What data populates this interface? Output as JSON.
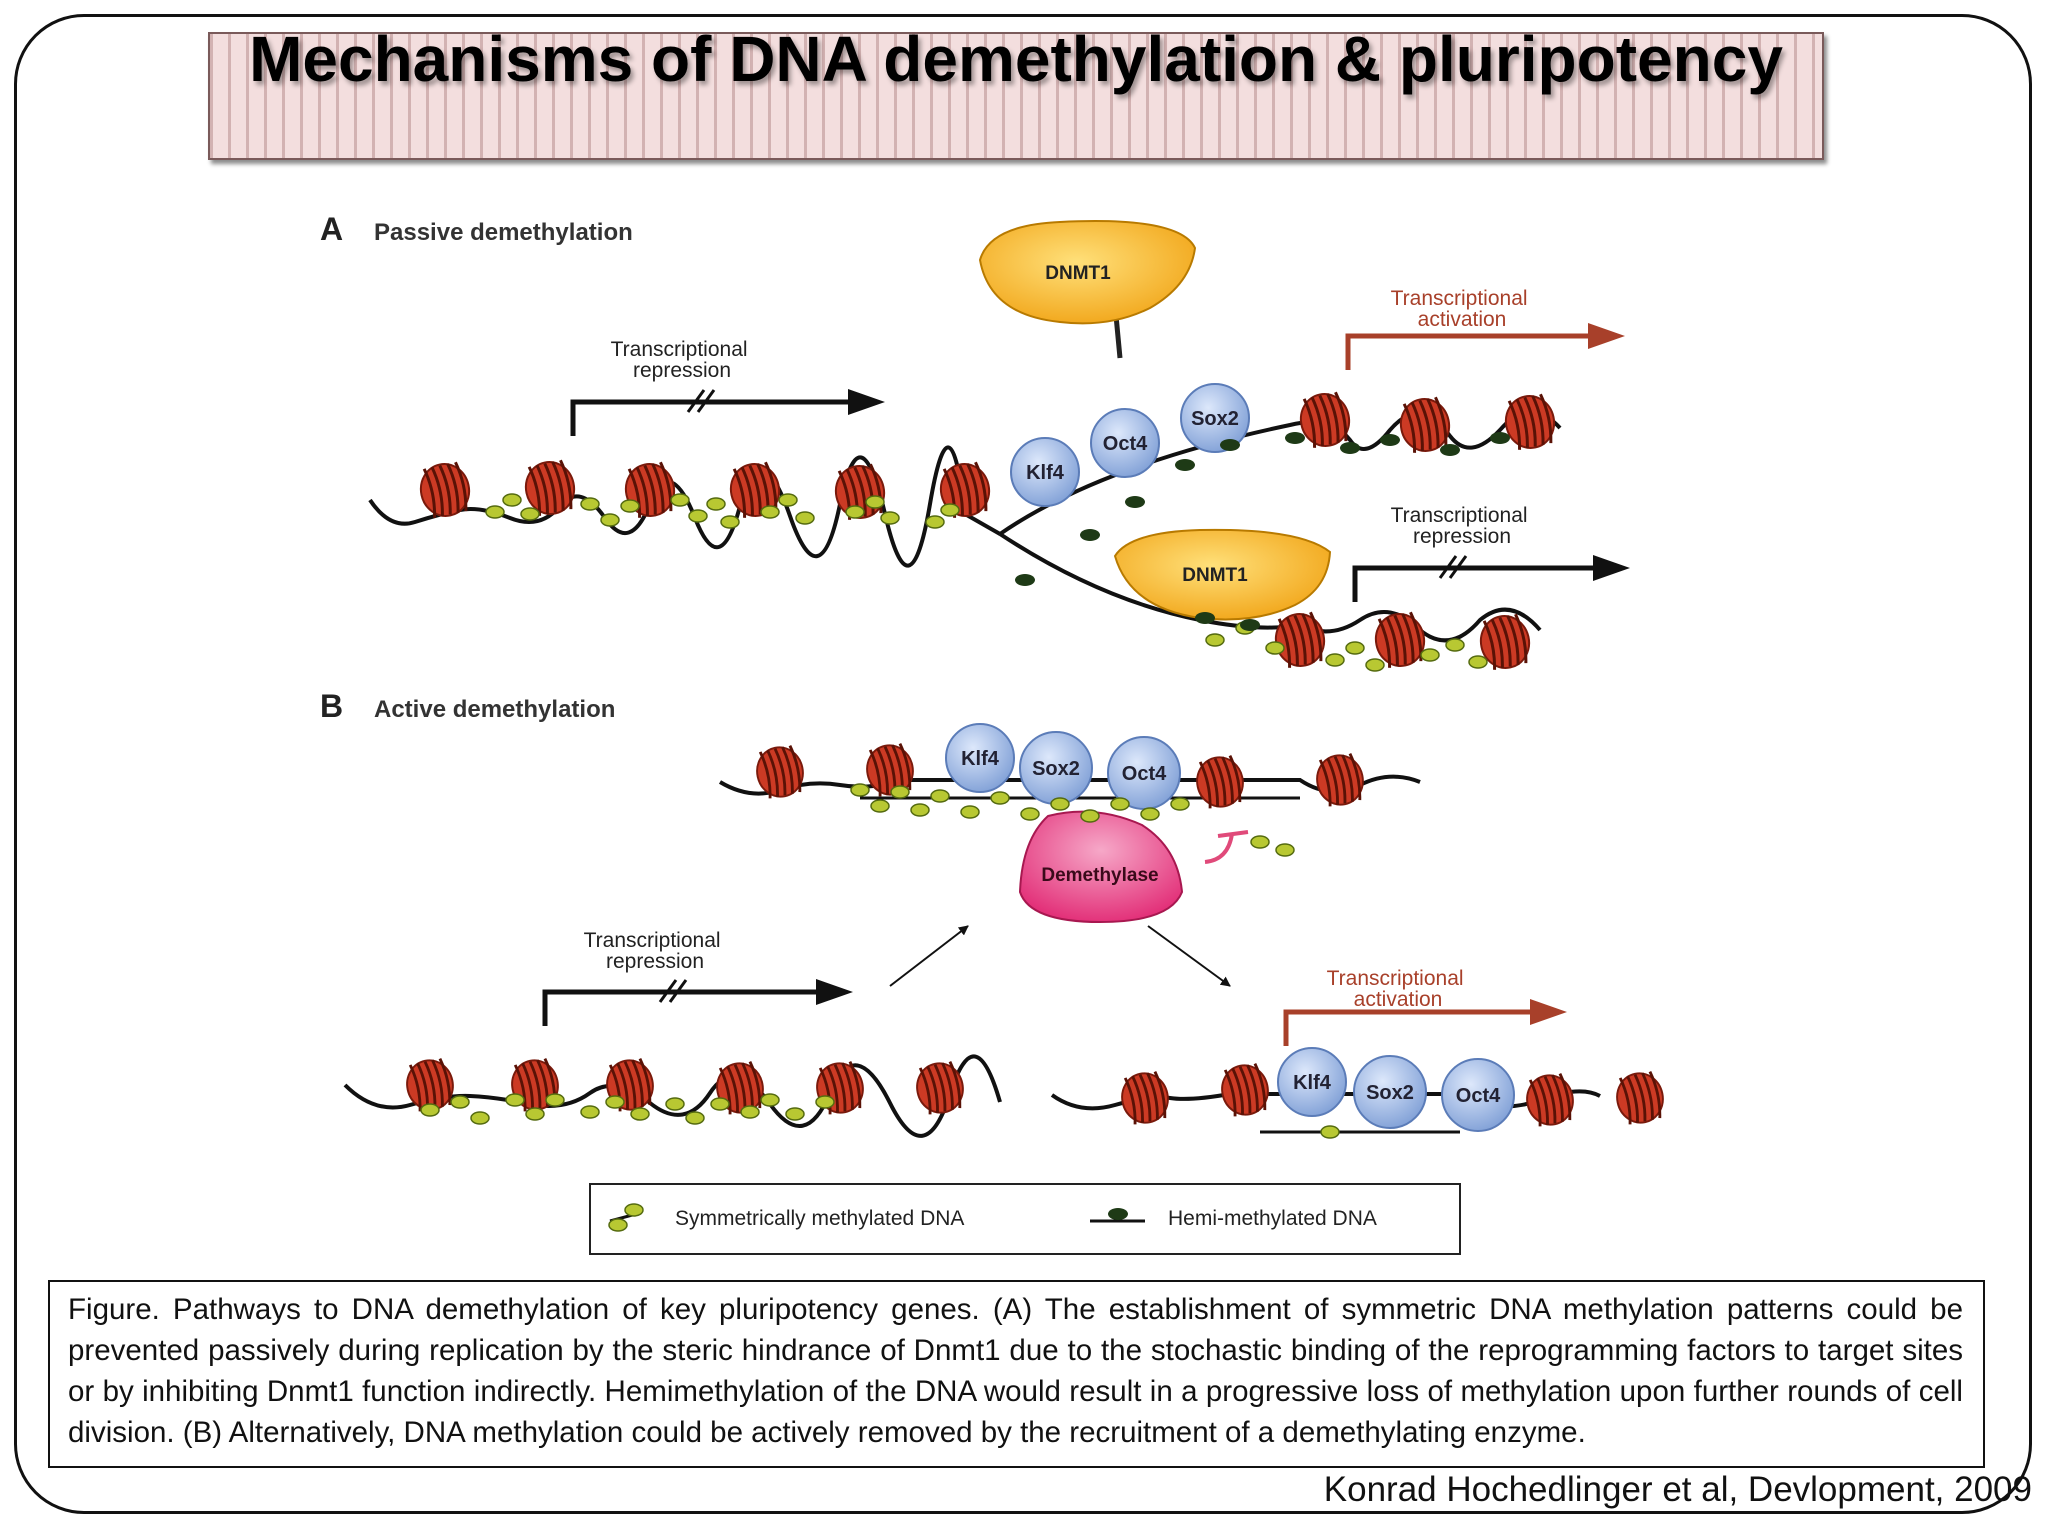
{
  "slide": {
    "title": "Mechanisms of DNA demethylation & pluripotency",
    "caption": "Figure. Pathways to DNA demethylation of key pluripotency genes. (A) The establishment of symmetric DNA methylation patterns could be prevented passively during replication by the steric hindrance of Dnmt1 due to the stochastic binding of the reprogramming factors to target sites or by inhibiting Dnmt1 function indirectly. Hemimethylation of the DNA would result in a progressive loss of methylation upon further rounds of cell division. (B) Alternatively, DNA methylation could be actively removed by the recruitment of a demethylating enzyme.",
    "credit": "Konrad Hochedlinger et al, Devlopment, 2009"
  },
  "panel_a": {
    "letter": "A",
    "title": "Passive demethylation",
    "repression_label": [
      "Transcriptional",
      "repression"
    ],
    "activation_label": [
      "Transcriptional",
      "activation"
    ],
    "lower_repression_label": [
      "Transcriptional",
      "repression"
    ],
    "enzyme": "DNMT1",
    "factors": [
      "Klf4",
      "Oct4",
      "Sox2"
    ]
  },
  "panel_b": {
    "letter": "B",
    "title": "Active demethylation",
    "factors": [
      "Klf4",
      "Sox2",
      "Oct4"
    ],
    "enzyme": "Demethylase",
    "repression_label": [
      "Transcriptional",
      "repression"
    ],
    "activation_label": [
      "Transcriptional",
      "activation"
    ]
  },
  "legend": {
    "symmetric": "Symmetrically methylated DNA",
    "hemi": "Hemi-methylated DNA"
  },
  "colors": {
    "nucleosome": "#cc3a24",
    "methyl_sym": "#b8c832",
    "methyl_hemi": "#1e3a16",
    "factor": "#9db6e2",
    "dnmt1": "#f5b51a",
    "demethylase": "#e8307a",
    "activation_arrow": "#a8402a",
    "inhibitor": "#e04a7a"
  }
}
